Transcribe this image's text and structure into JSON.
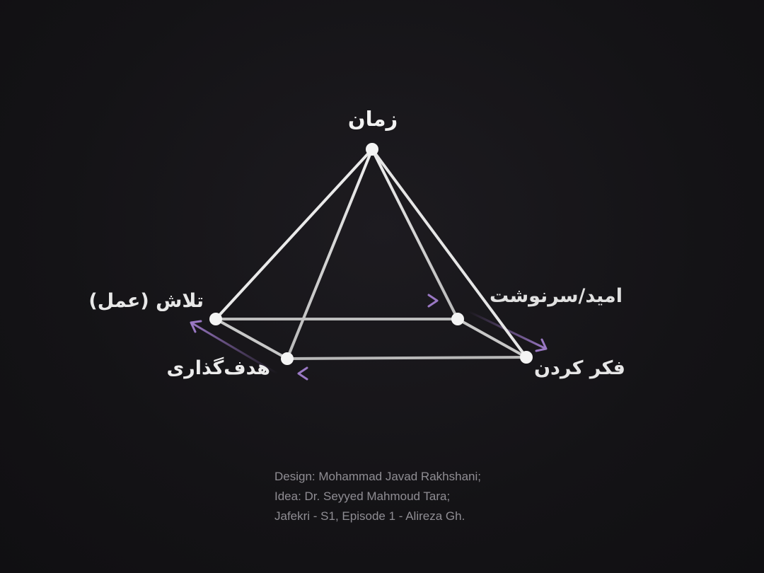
{
  "labels": {
    "apex": "زمان",
    "left_back": "تلاش (عمل)",
    "right_back": "امید/سرنوشت",
    "left_front": "هدف‌گذاری",
    "right_front": "فکر کردن"
  },
  "credits": {
    "line1": "Design: Mohammad Javad Rakhshani;",
    "line2": "Idea: Dr. Seyyed Mahmoud Tara;",
    "line3": "Jafekri - S1, Episode 1 - Alireza Gh."
  },
  "colors": {
    "background": "#141316",
    "edge": "#e6e6e6",
    "arrow": "#8e6bb8",
    "node": "#f4f4f4",
    "credit_text": "#8f8d93"
  }
}
